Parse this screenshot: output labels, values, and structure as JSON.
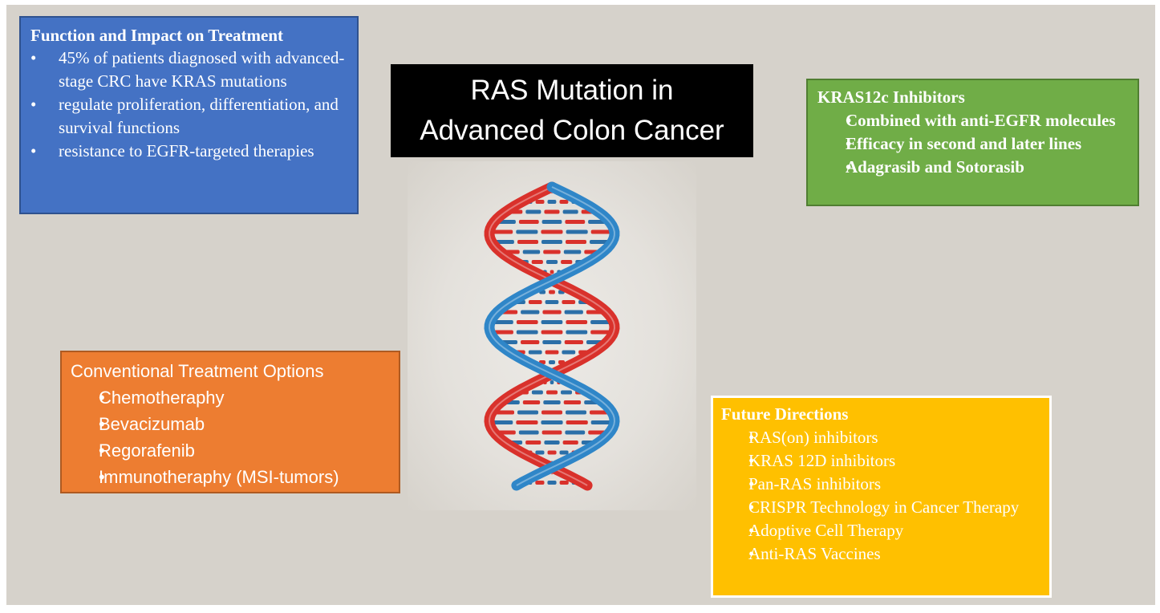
{
  "title": {
    "line1": "RAS Mutation in",
    "line2": "Advanced Colon Cancer"
  },
  "function_box": {
    "title": "Function and Impact on Treatment",
    "items": [
      "45% of patients diagnosed with advanced-stage CRC have KRAS mutations",
      "regulate proliferation, differentiation, and survival functions",
      "resistance to EGFR-targeted therapies"
    ]
  },
  "kras12c_box": {
    "title": "KRAS12c Inhibitors",
    "items": [
      "Combined with anti-EGFR molecules",
      "Efficacy in second and later lines",
      "Adagrasib and Sotorasib"
    ]
  },
  "conventional_box": {
    "title": "Conventional Treatment Options",
    "items": [
      "Chemotheraphy",
      "Bevacizumab",
      "Regorafenib",
      "Immunotheraphy (MSI-tumors)"
    ]
  },
  "future_box": {
    "title": "Future Directions",
    "items": [
      "RAS(on) inhibitors",
      "KRAS 12D inhibitors",
      "Pan-RAS inhibitors",
      "CRISPR Technology in Cancer Therapy",
      "Adoptive Cell Therapy",
      "Anti-RAS Vaccines"
    ]
  },
  "colors": {
    "background": "#d6d2cb",
    "blue_box": "#4472c4",
    "green_box": "#70ad47",
    "orange_box": "#ed7d31",
    "yellow_box": "#ffc000",
    "title_box": "#000000",
    "dna_blue": "#2f86c8",
    "dna_red": "#d9312b"
  },
  "illustration": {
    "icon": "dna-double-helix-icon"
  }
}
